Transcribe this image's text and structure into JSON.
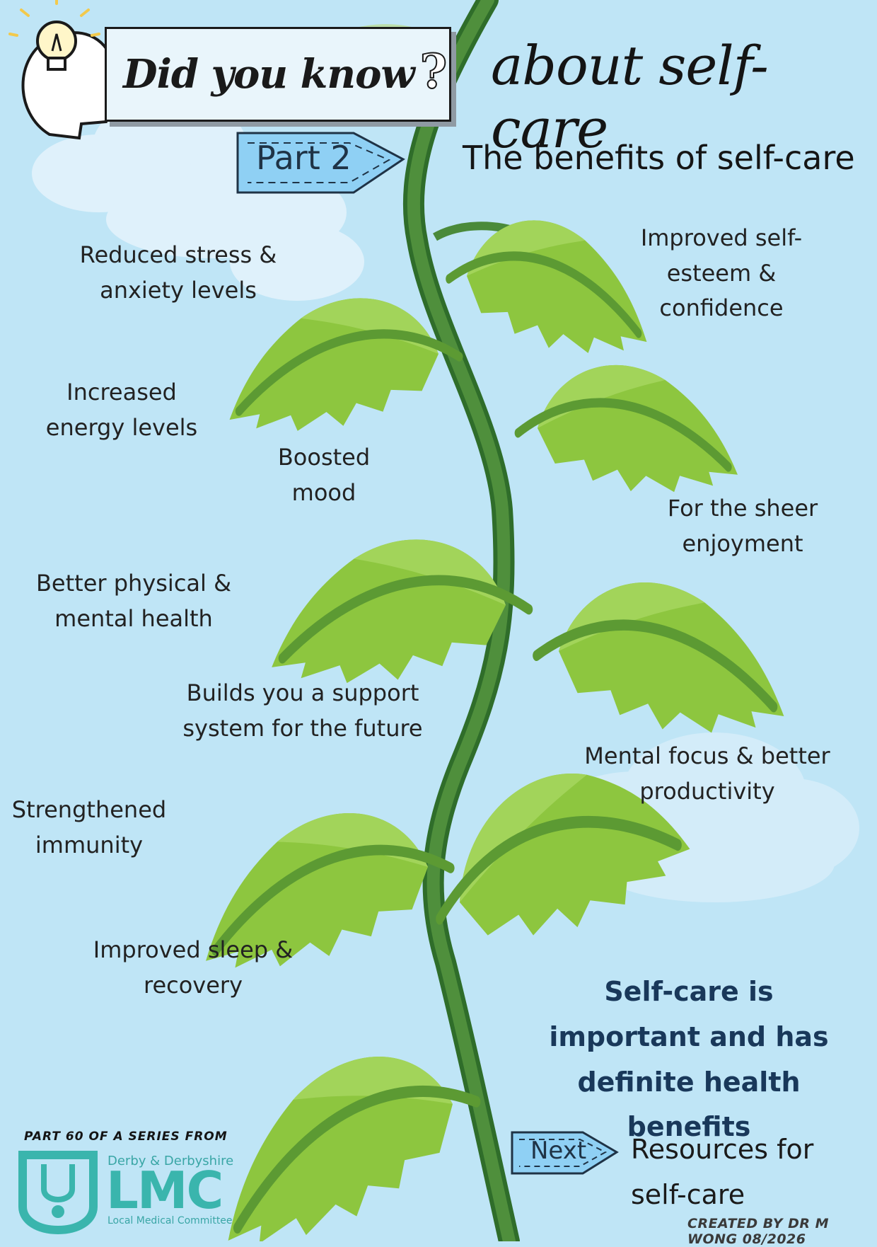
{
  "header": {
    "did_you_know": "Did you know",
    "question_mark": "?",
    "topic": "about self-care"
  },
  "part": {
    "label": "Part 2"
  },
  "subtitle": "The benefits of self-care",
  "benefits": {
    "left": [
      "Reduced stress & anxiety levels",
      "Increased energy levels",
      "Boosted mood",
      "Better physical & mental health",
      "Builds you a support system for the future",
      "Strengthened immunity",
      "Improved sleep & recovery"
    ],
    "right": [
      "Improved self-esteem & confidence",
      "For the sheer enjoyment",
      "Mental focus & better productivity"
    ]
  },
  "conclusion": "Self-care is important and has definite health benefits",
  "next": {
    "label": "Next",
    "text": "Resources for self-care"
  },
  "footer": {
    "series": "PART 60 OF A SERIES FROM",
    "org_region": "Derby & Derbyshire",
    "org_abbrev": "LMC",
    "org_name": "Local Medical Committee",
    "credit": "CREATED BY DR M WONG 08/2026"
  },
  "colors": {
    "background": "#bfe5f6",
    "leaf": "#8dc63f",
    "leaf_dark": "#6da932",
    "stem": "#4a8a3a",
    "label_fill": "#8fd0f4",
    "lmc_teal": "#3ab5ad"
  },
  "icons": [
    "lightbulb-head-icon",
    "next-arrow-icon"
  ]
}
